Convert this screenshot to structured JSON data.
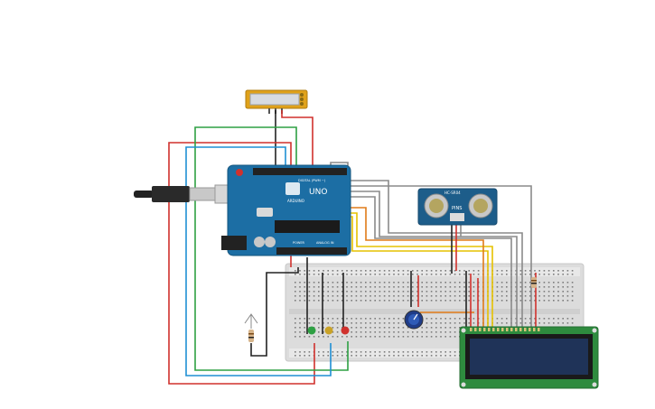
{
  "canvas": {
    "background": "#ffffff"
  },
  "arduino": {
    "model_label": "UNO",
    "brand_label": "ARDUINO",
    "digital_label": "DIGITAL (PWM ~)",
    "power_label": "POWER",
    "analog_label": "ANALOG IN",
    "board_color": "#1c6ea4"
  },
  "ultrasonic": {
    "model_label": "HC-SR04",
    "pins_label": "PINS",
    "board_color": "#1d5d8a"
  },
  "lcd": {
    "screen_color": "#1f3358",
    "pcb_color": "#2e8b3e"
  },
  "leds": [
    {
      "name": "green",
      "color": "#2ea043"
    },
    {
      "name": "yellow",
      "color": "#c9a227"
    },
    {
      "name": "red",
      "color": "#d0312d"
    }
  ],
  "wire_colors": {
    "red": "#d0312d",
    "green": "#2ea043",
    "blue": "#1f8fd4",
    "black": "#222222",
    "gray": "#8a8a8a",
    "yellow": "#e6c200",
    "orange": "#e07b18"
  },
  "icons": [
    "usb-cable-icon",
    "potentiometer-icon",
    "resistor-icon",
    "piezo-buzzer-icon",
    "slide-switch-icon"
  ]
}
